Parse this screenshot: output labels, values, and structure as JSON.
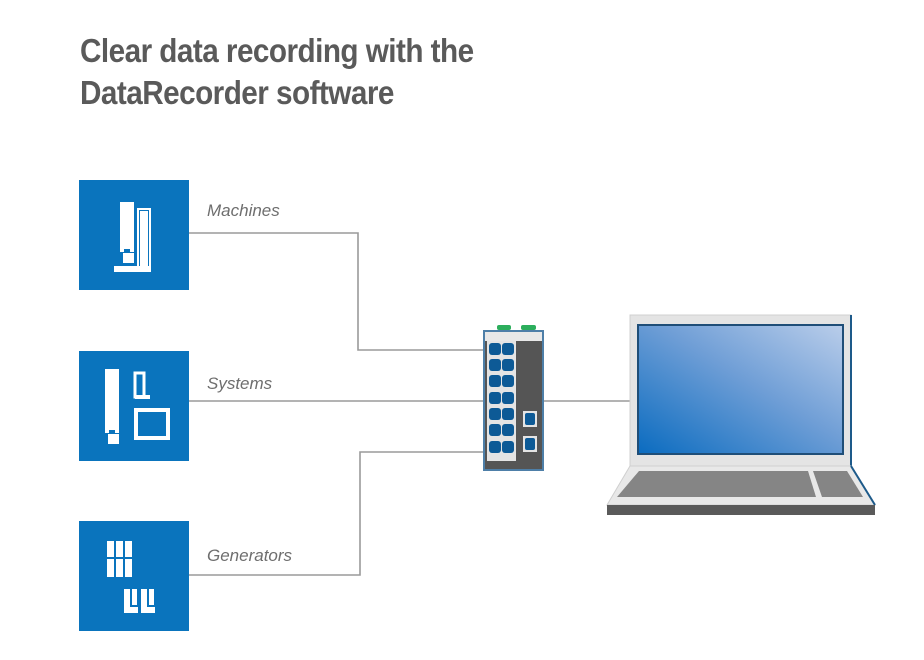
{
  "title": {
    "line1": "Clear data recording with the",
    "line2": "DataRecorder software"
  },
  "sources": [
    {
      "label": "Machines",
      "icon": "machine-icon"
    },
    {
      "label": "Systems",
      "icon": "system-icon"
    },
    {
      "label": "Generators",
      "icon": "generator-icon"
    }
  ],
  "hub": {
    "icon": "network-switch-icon"
  },
  "target": {
    "icon": "laptop-icon"
  },
  "colors": {
    "title": "#5a5a5a",
    "label": "#6e6e6e",
    "box_blue": "#0a74bd",
    "connector": "#9a9a9a",
    "switch_body": "#555555",
    "switch_port": "#0d5a96",
    "switch_led": "#2cae5c",
    "laptop_frame": "#e4e4e4",
    "laptop_keys": "#858585"
  }
}
